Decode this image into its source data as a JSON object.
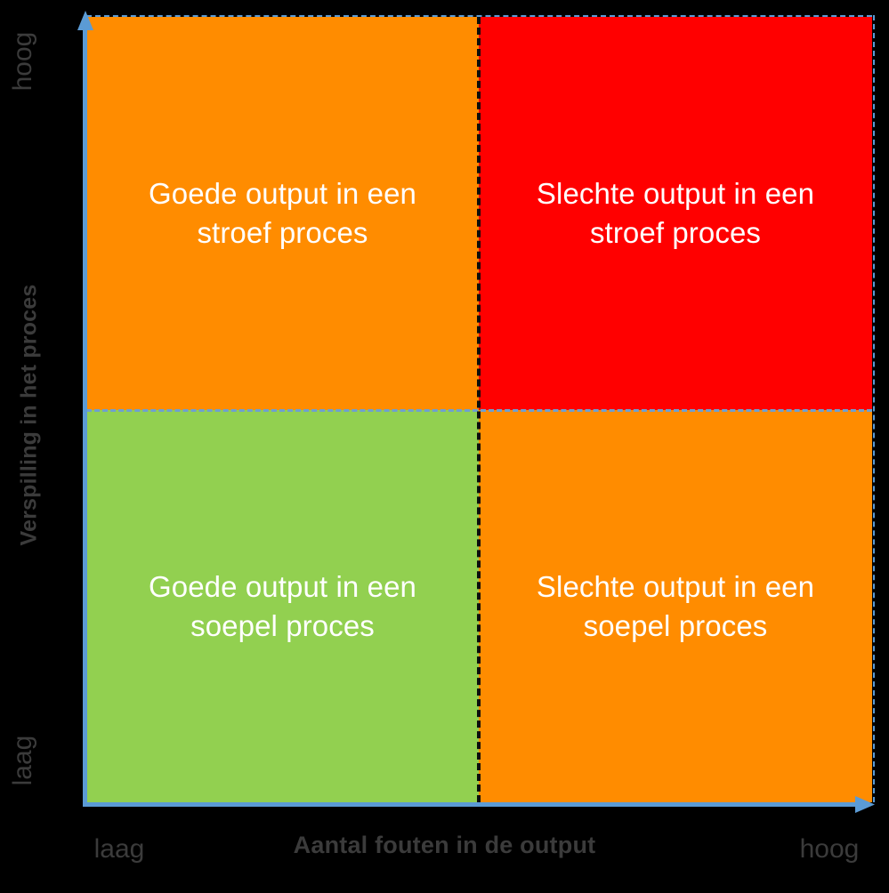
{
  "chart_data": {
    "type": "table",
    "title": "",
    "xlabel": "Aantal fouten in de output",
    "ylabel": "Verspilling in het proces",
    "x_ticks": [
      "laag",
      "hoog"
    ],
    "y_ticks": [
      "laag",
      "hoog"
    ],
    "grid": false,
    "legend": "none",
    "colors": {
      "background": "#000000",
      "axis": "#5B9BD5",
      "axis_text": "#3B3B3B",
      "quadrant_text": "#FFFFFF",
      "good_smooth": "#92D050",
      "warning": "#FF8C00",
      "critical": "#FF0000",
      "divider_vertical": "#0D0D0D",
      "divider_horizontal": "#6E9FD0"
    },
    "quadrants": [
      {
        "id": "top-left",
        "x": "laag",
        "y": "hoog",
        "label": "Goede output in een stroef proces",
        "color": "#FF8C00"
      },
      {
        "id": "top-right",
        "x": "hoog",
        "y": "hoog",
        "label": "Slechte output in een stroef proces",
        "color": "#FF0000"
      },
      {
        "id": "bottom-left",
        "x": "laag",
        "y": "laag",
        "label": "Goede output in een soepel proces",
        "color": "#92D050"
      },
      {
        "id": "bottom-right",
        "x": "hoog",
        "y": "laag",
        "label": "Slechte output in een soepel proces",
        "color": "#FF8C00"
      }
    ]
  },
  "axes": {
    "y": {
      "title": "Verspilling in het proces",
      "tick_high": "hoog",
      "tick_low": "laag",
      "arrow_icon": "arrow-up-icon"
    },
    "x": {
      "title": "Aantal fouten in de output",
      "tick_low": "laag",
      "tick_high": "hoog",
      "arrow_icon": "arrow-right-icon"
    }
  },
  "quadrant_labels": {
    "top_left": "Goede output in een\nstroef proces",
    "top_right": "Slechte output in een\nstroef proces",
    "bottom_left": "Goede output in een\nsoepel proces",
    "bottom_right": "Slechte output in een\nsoepel proces"
  }
}
